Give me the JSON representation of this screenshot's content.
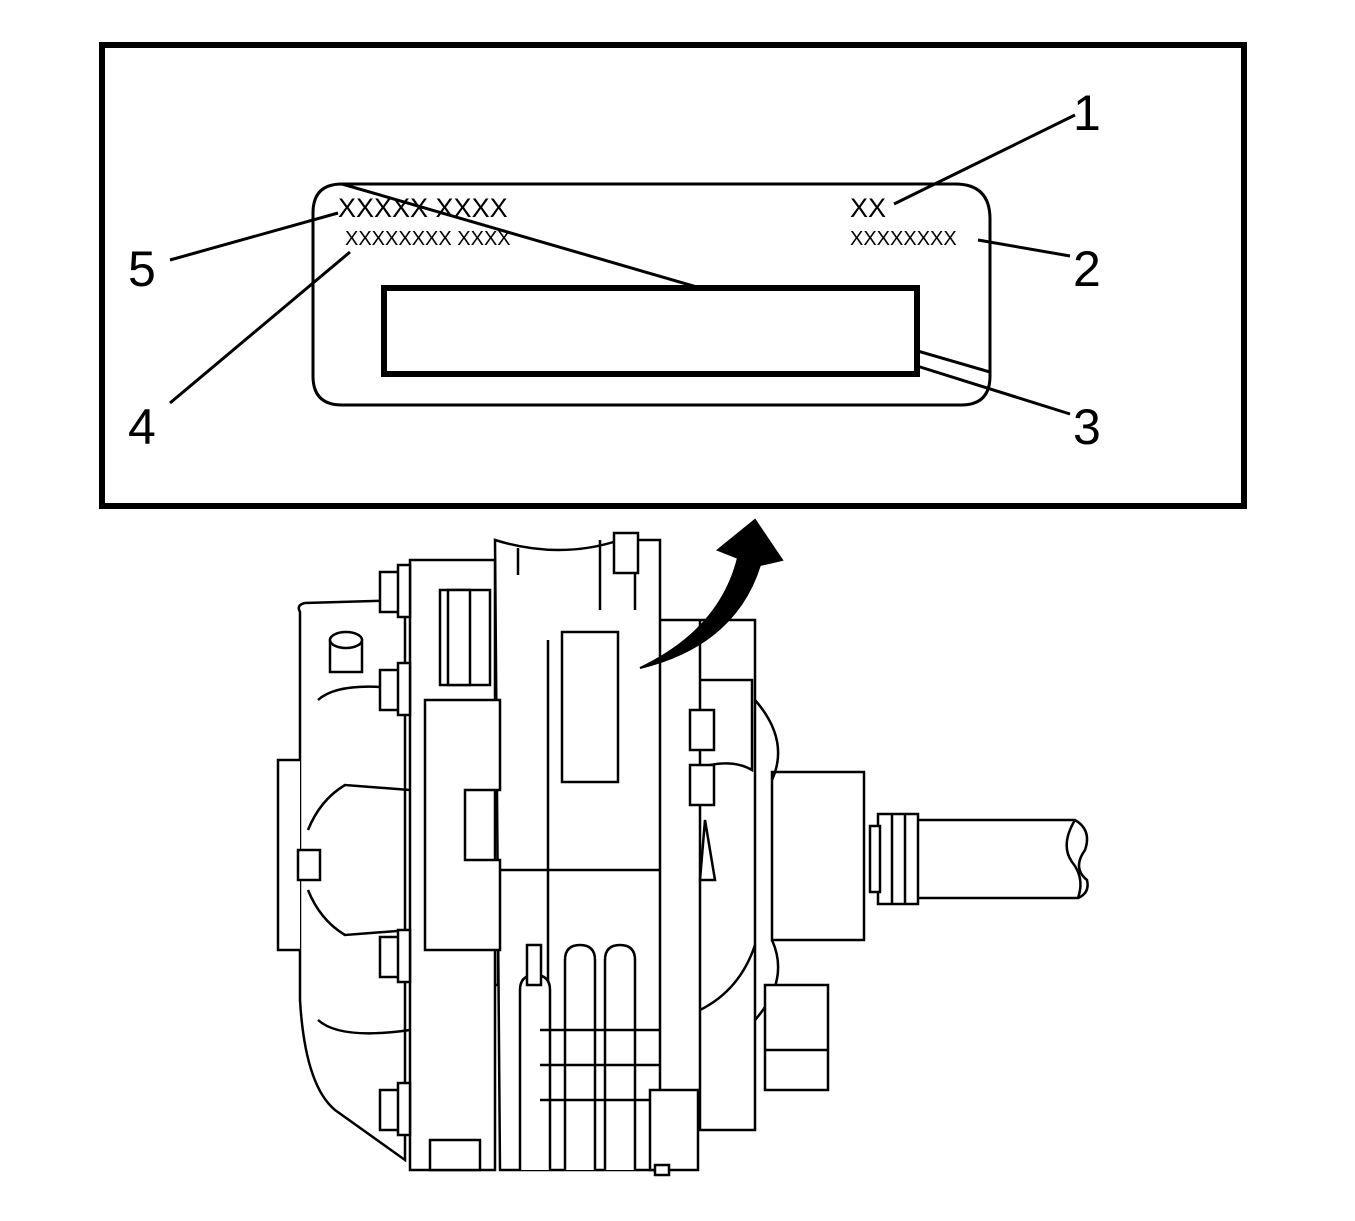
{
  "label": {
    "line1_left": "XXXXX XXXX",
    "line1_right": "XX",
    "line2_left": "XXXXXXXX XXXX",
    "line2_right": "XXXXXXXX"
  },
  "callouts": [
    "1",
    "2",
    "3",
    "4",
    "5"
  ]
}
